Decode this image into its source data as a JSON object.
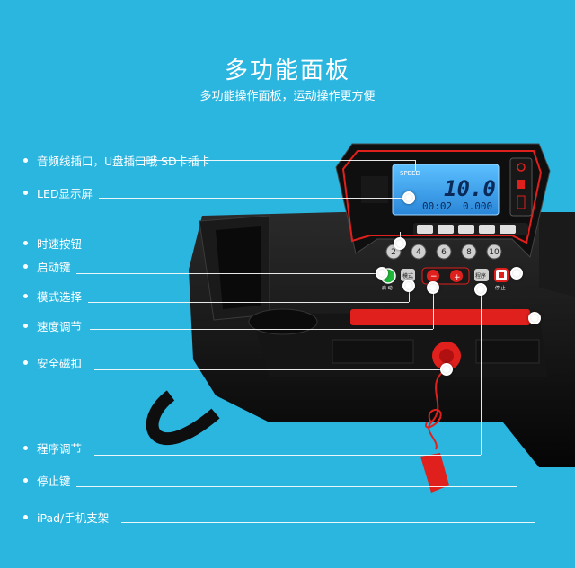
{
  "header": {
    "title": "多功能面板",
    "subtitle": "多功能操作面板，运动操作更方便"
  },
  "display": {
    "speed_label": "SPEED",
    "main_value": "10.0",
    "sub_left": "00:02",
    "sub_right": "0.000"
  },
  "buttons": {
    "quick_speeds": [
      "2",
      "4",
      "6",
      "8",
      "10"
    ],
    "start_label": "启 动",
    "mode_label": "模式",
    "stop_label": "停 止",
    "program_label": "程序"
  },
  "callouts": [
    {
      "id": "audio",
      "text": "音频线插口，U盘插口哦  SD卡插卡"
    },
    {
      "id": "led",
      "text": "LED显示屏"
    },
    {
      "id": "speed-keys",
      "text": "时速按钮"
    },
    {
      "id": "start",
      "text": "启动键"
    },
    {
      "id": "mode",
      "text": "模式选择"
    },
    {
      "id": "speed-adjust",
      "text": "速度调节"
    },
    {
      "id": "safety",
      "text": "安全磁扣"
    },
    {
      "id": "program",
      "text": "程序调节"
    },
    {
      "id": "stop",
      "text": "停止键"
    },
    {
      "id": "ipad",
      "text": "iPad/手机支架"
    }
  ],
  "colors": {
    "background": "#2bb6e0",
    "panel": "#111111",
    "accent_red": "#e0201c",
    "lcd_blue": "#3aa8f0",
    "start_green": "#1fb83a"
  }
}
